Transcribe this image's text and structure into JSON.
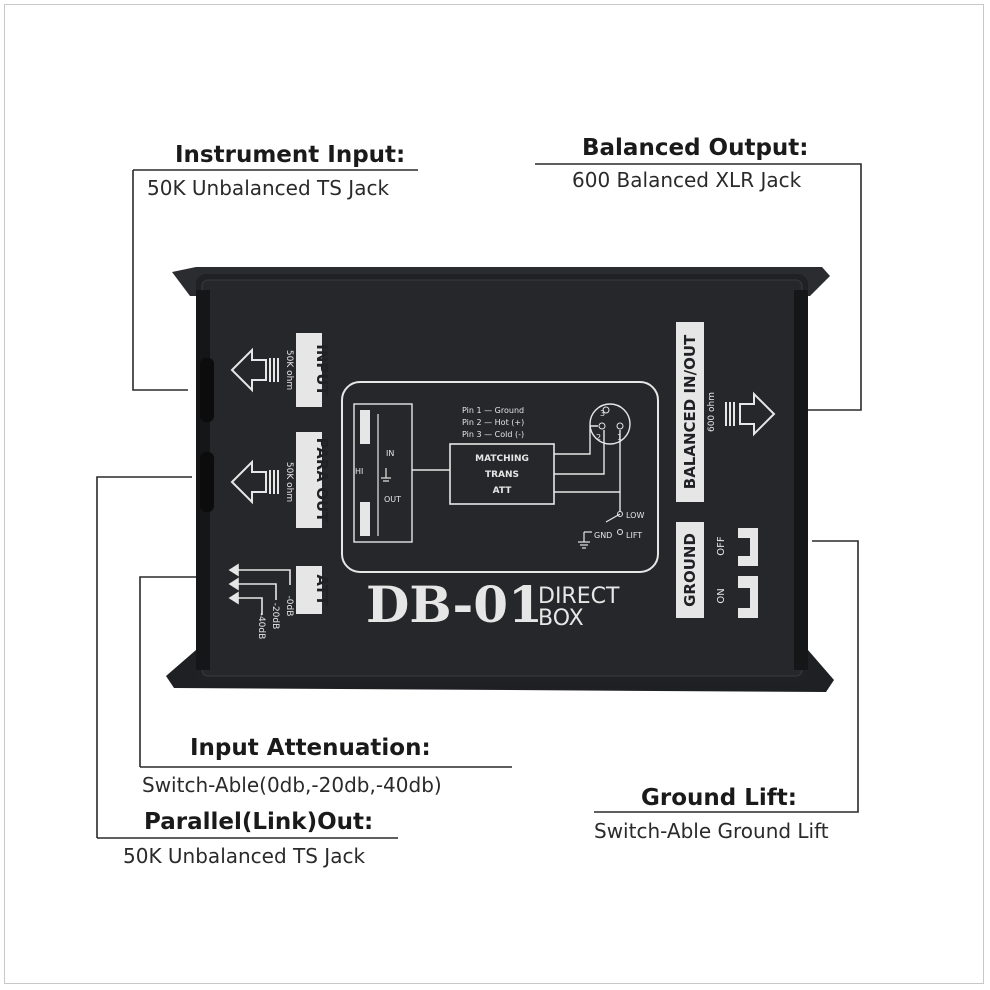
{
  "callouts": {
    "instrument_input": {
      "title": "Instrument Input:",
      "desc": "50K Unbalanced TS Jack"
    },
    "balanced_output": {
      "title": "Balanced Output:",
      "desc": "600 Balanced XLR Jack"
    },
    "input_attenuation": {
      "title": "Input Attenuation:",
      "desc": "Switch-Able(0db,-20db,-40db)"
    },
    "parallel_out": {
      "title": "Parallel(Link)Out:",
      "desc": "50K Unbalanced TS Jack"
    },
    "ground_lift": {
      "title": "Ground Lift:",
      "desc": "Switch-Able Ground Lift"
    }
  },
  "device": {
    "body_color": "#202124",
    "panel_color": "#26272a",
    "label_bg": "#e6e6e6",
    "labels": {
      "input": "INPUT",
      "para_out": "PARA OUT",
      "att": "ATT",
      "balanced": "BALANCED IN/OUT",
      "ground": "GROUND",
      "ohm_50k": "50K ohm",
      "ohm_600": "600 ohm",
      "att_0": "-0dB",
      "att_20": "-20dB",
      "att_40": "-40dB",
      "ground_off": "OFF",
      "ground_on": "ON"
    },
    "schematic": {
      "pin1": "Pin 1 — Ground",
      "pin2": "Pin 2 — Hot (+)",
      "pin3": "Pin 3 — Cold (-)",
      "block_line1": "MATCHING",
      "block_line2": "TRANS",
      "block_line3": "ATT",
      "in": "IN",
      "out": "OUT",
      "hi": "HI",
      "xlr_3": "3",
      "xlr_2": "2",
      "xlr_1": "1",
      "low": "LOW",
      "gnd": "GND",
      "lift": "LIFT"
    },
    "model": "DB-01",
    "direct": "DIRECT",
    "box": "BOX"
  }
}
